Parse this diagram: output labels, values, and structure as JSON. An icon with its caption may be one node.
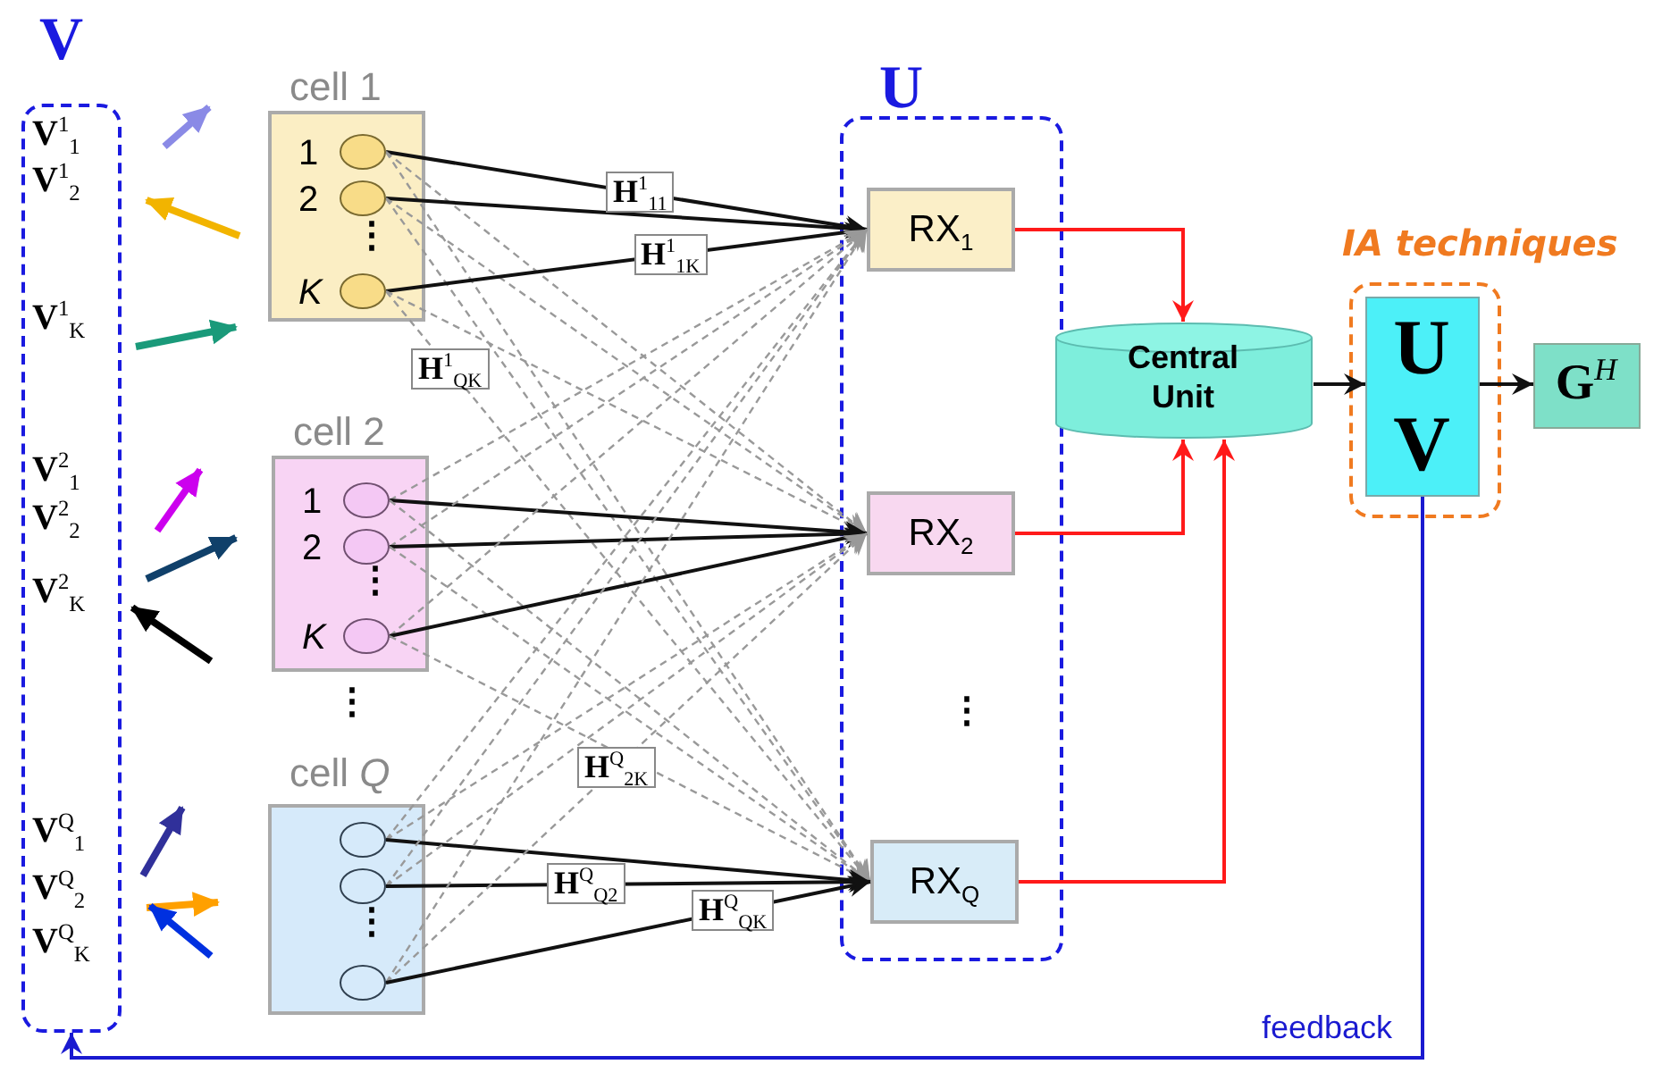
{
  "diagram": {
    "nodes": [
      {
        "text": [
          "V",
          "**V**$^{1}$$_{1}$",
          "**V**$^{1}$$_{2}$",
          "**V**$^{1}$$_{K}$",
          "**V**$^{2}$$_{1}$",
          "**V**$^{2}$$_{2}$",
          "**V**$^{2}$$_{K}$",
          "**V**$^{Q}$$_{1}$",
          "**V**$^{Q}$$_{2}$",
          "**V**$^{Q}$$_{K}$"
        ]
      },
      {
        "text": [
          "cell 1"
        ]
      },
      {
        "text": [],
        "shape": "circle",
        "in": 1,
        "beside": [
          "1"
        ]
      },
      {
        "text": [],
        "shape": "circle",
        "in": 1,
        "beside": [
          "2"
        ]
      },
      {
        "text": [],
        "shape": "circle",
        "in": 1,
        "beside": [
          "K"
        ]
      },
      {
        "text": [
          "cell 2"
        ]
      },
      {
        "text": [],
        "shape": "circle",
        "in": 5,
        "beside": [
          "1"
        ]
      },
      {
        "text": [],
        "shape": "circle",
        "in": 5,
        "beside": [
          "2"
        ]
      },
      {
        "text": [],
        "shape": "circle",
        "in": 5,
        "beside": [
          "K"
        ]
      },
      {
        "text": [
          "cell *Q*"
        ]
      },
      {
        "text": [],
        "shape": "circle",
        "in": 9
      },
      {
        "text": [],
        "shape": "circle",
        "in": 9
      },
      {
        "text": [],
        "shape": "circle",
        "in": 9
      },
      {
        "text": [
          "U"
        ]
      },
      {
        "text": [
          "RX$_{1}$"
        ],
        "in": 13
      },
      {
        "text": [
          "RX$_{2}$"
        ],
        "in": 13
      },
      {
        "text": [
          "RX$_{Q}$"
        ],
        "in": 13
      },
      {
        "text": [
          "Central Unit"
        ]
      },
      {
        "text": [
          "IA techniques"
        ]
      },
      {
        "text": [
          "U",
          "V"
        ],
        "in": 18
      },
      {
        "text": [
          "**G**$^{H}$"
        ]
      }
    ],
    "edges": [
      {
        "from": 2,
        "to": 14,
        "arrow": "to",
        "color": "#111111",
        "label": "**H**$^{1}$$_{11}$"
      },
      {
        "from": 2,
        "to": 15,
        "arrow": "to",
        "style": "dashed",
        "color": "#999999"
      },
      {
        "from": 2,
        "to": 16,
        "arrow": "to",
        "style": "dashed",
        "color": "#999999"
      },
      {
        "from": 3,
        "to": 14,
        "arrow": "to",
        "color": "#111111"
      },
      {
        "from": 3,
        "to": 15,
        "arrow": "to",
        "style": "dashed",
        "color": "#999999"
      },
      {
        "from": 3,
        "to": 16,
        "arrow": "to",
        "style": "dashed",
        "color": "#999999"
      },
      {
        "from": 4,
        "to": 14,
        "arrow": "to",
        "color": "#111111",
        "label": "**H**$^{1}$$_{1K}$"
      },
      {
        "from": 4,
        "to": 15,
        "arrow": "to",
        "style": "dashed",
        "color": "#999999"
      },
      {
        "from": 4,
        "to": 16,
        "arrow": "to",
        "style": "dashed",
        "color": "#999999",
        "label": "**H**$^{1}$$_{QK}$"
      },
      {
        "from": 6,
        "to": 14,
        "arrow": "to",
        "style": "dashed",
        "color": "#999999"
      },
      {
        "from": 6,
        "to": 15,
        "arrow": "to",
        "color": "#111111"
      },
      {
        "from": 6,
        "to": 16,
        "arrow": "to",
        "style": "dashed",
        "color": "#999999"
      },
      {
        "from": 7,
        "to": 14,
        "arrow": "to",
        "style": "dashed",
        "color": "#999999"
      },
      {
        "from": 7,
        "to": 15,
        "arrow": "to",
        "color": "#111111"
      },
      {
        "from": 7,
        "to": 16,
        "arrow": "to",
        "style": "dashed",
        "color": "#999999"
      },
      {
        "from": 8,
        "to": 14,
        "arrow": "to",
        "style": "dashed",
        "color": "#999999"
      },
      {
        "from": 8,
        "to": 15,
        "arrow": "to",
        "color": "#111111"
      },
      {
        "from": 8,
        "to": 16,
        "arrow": "to",
        "style": "dashed",
        "color": "#999999"
      },
      {
        "from": 10,
        "to": 14,
        "arrow": "to",
        "style": "dashed",
        "color": "#999999"
      },
      {
        "from": 10,
        "to": 15,
        "arrow": "to",
        "style": "dashed",
        "color": "#999999"
      },
      {
        "from": 10,
        "to": 16,
        "arrow": "to",
        "color": "#111111"
      },
      {
        "from": 11,
        "to": 14,
        "arrow": "to",
        "style": "dashed",
        "color": "#999999"
      },
      {
        "from": 11,
        "to": 15,
        "arrow": "to",
        "style": "dashed",
        "color": "#999999"
      },
      {
        "from": 11,
        "to": 16,
        "arrow": "to",
        "color": "#111111",
        "label": "**H**$^{Q}$$_{Q2}$"
      },
      {
        "from": 12,
        "to": 14,
        "arrow": "to",
        "style": "dashed",
        "color": "#999999"
      },
      {
        "from": 12,
        "to": 15,
        "arrow": "to",
        "style": "dashed",
        "color": "#999999",
        "label": "**H**$^{Q}$$_{2K}$"
      },
      {
        "from": 12,
        "to": 16,
        "arrow": "to",
        "color": "#111111",
        "label": "**H**$^{Q}$$_{QK}$"
      },
      {
        "from": 14,
        "to": 17,
        "arrow": "to",
        "color": "#ff1a1a"
      },
      {
        "from": 15,
        "to": 17,
        "arrow": "to",
        "color": "#ff1a1a"
      },
      {
        "from": 16,
        "to": 17,
        "arrow": "to",
        "color": "#ff1a1a"
      },
      {
        "from": 17,
        "to": 19,
        "arrow": "to",
        "color": "#111111"
      },
      {
        "from": 19,
        "to": 20,
        "arrow": "to",
        "color": "#111111"
      },
      {
        "from": 19,
        "to": 0,
        "arrow": "to",
        "color": "#1a1ad0",
        "label": "feedback"
      }
    ],
    "labels": [
      "⋮",
      "⋮",
      "⋮",
      "⋮",
      "⋮"
    ]
  }
}
